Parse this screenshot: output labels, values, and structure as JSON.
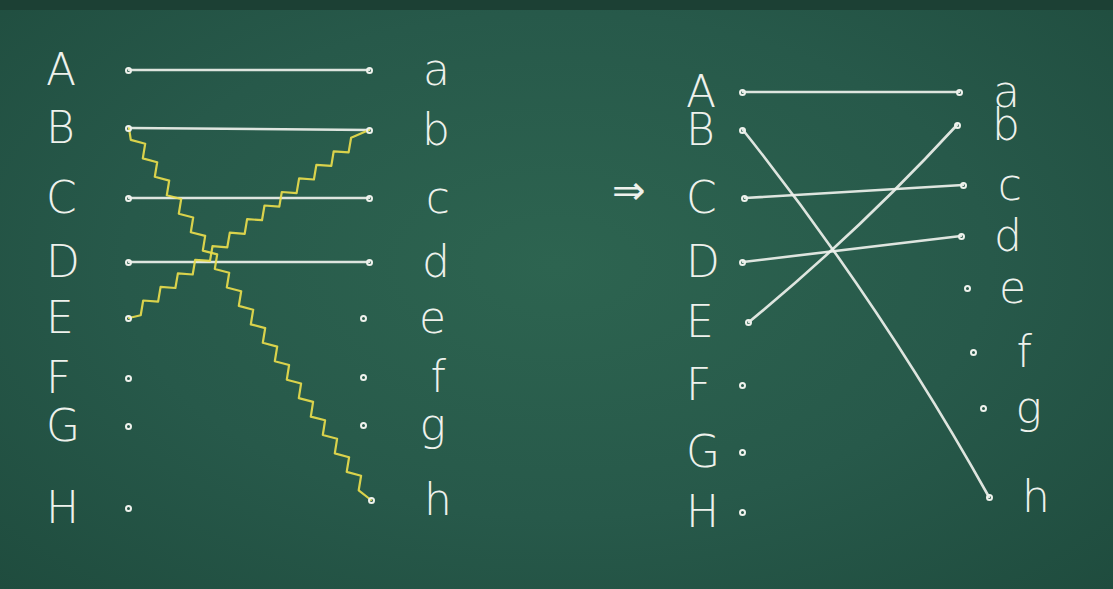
{
  "diagram": {
    "nodes": [
      {
        "text": [
          "A"
        ]
      },
      {
        "text": [
          "B"
        ]
      },
      {
        "text": [
          "C"
        ]
      },
      {
        "text": [
          "D"
        ]
      },
      {
        "text": [
          "E"
        ]
      },
      {
        "text": [
          "F"
        ]
      },
      {
        "text": [
          "G"
        ]
      },
      {
        "text": [
          "H"
        ]
      },
      {
        "text": [
          "a"
        ]
      },
      {
        "text": [
          "b"
        ]
      },
      {
        "text": [
          "c"
        ]
      },
      {
        "text": [
          "d"
        ]
      },
      {
        "text": [
          "e"
        ]
      },
      {
        "text": [
          "f"
        ]
      },
      {
        "text": [
          "g"
        ]
      },
      {
        "text": [
          "h"
        ]
      },
      {
        "text": [
          "A"
        ]
      },
      {
        "text": [
          "B"
        ]
      },
      {
        "text": [
          "C"
        ]
      },
      {
        "text": [
          "D"
        ]
      },
      {
        "text": [
          "E"
        ]
      },
      {
        "text": [
          "F"
        ]
      },
      {
        "text": [
          "G"
        ]
      },
      {
        "text": [
          "H"
        ]
      },
      {
        "text": [
          "a"
        ]
      },
      {
        "text": [
          "b"
        ]
      },
      {
        "text": [
          "c"
        ]
      },
      {
        "text": [
          "d"
        ]
      },
      {
        "text": [
          "e"
        ]
      },
      {
        "text": [
          "f"
        ]
      },
      {
        "text": [
          "g"
        ]
      },
      {
        "text": [
          "h"
        ]
      }
    ],
    "edges": [
      {
        "from": 0,
        "to": 8,
        "arrow": "none"
      },
      {
        "from": 1,
        "to": 9,
        "arrow": "none"
      },
      {
        "from": 2,
        "to": 10,
        "arrow": "none"
      },
      {
        "from": 3,
        "to": 11,
        "arrow": "none"
      },
      {
        "from": 1,
        "to": 15,
        "arrow": "none"
      },
      {
        "from": 4,
        "to": 9,
        "arrow": "none"
      },
      {
        "from": 16,
        "to": 24,
        "arrow": "none"
      },
      {
        "from": 17,
        "to": 31,
        "arrow": "none"
      },
      {
        "from": 18,
        "to": 26,
        "arrow": "none"
      },
      {
        "from": 19,
        "to": 27,
        "arrow": "none"
      },
      {
        "from": 20,
        "to": 25,
        "arrow": "none"
      }
    ],
    "labels": [
      "⇒"
    ]
  }
}
